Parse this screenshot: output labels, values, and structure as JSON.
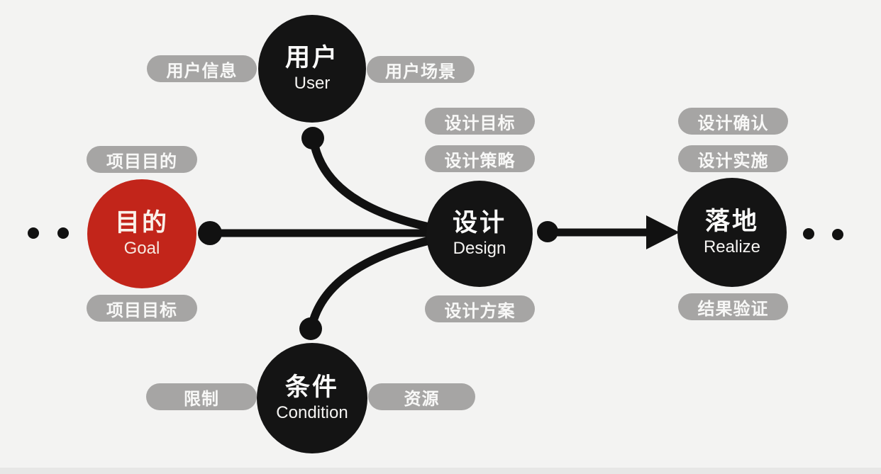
{
  "colors": {
    "background": "#f3f3f2",
    "node_black": "#141414",
    "node_red": "#c2251a",
    "pill_gray": "#a6a5a4",
    "connector_black": "#111111",
    "text_white": "#fafafa"
  },
  "nodes": {
    "user": {
      "title": "用户",
      "subtitle": "User"
    },
    "goal": {
      "title": "目的",
      "subtitle": "Goal"
    },
    "design": {
      "title": "设计",
      "subtitle": "Design"
    },
    "condition": {
      "title": "条件",
      "subtitle": "Condition"
    },
    "realize": {
      "title": "落地",
      "subtitle": "Realize"
    }
  },
  "pills": {
    "user_info": "用户信息",
    "user_scenario": "用户场景",
    "project_purpose": "项目目的",
    "project_goal": "项目目标",
    "design_goal": "设计目标",
    "design_strategy": "设计策略",
    "design_plan": "设计方案",
    "design_confirm": "设计确认",
    "design_implement": "设计实施",
    "result_verify": "结果验证",
    "limitation": "限制",
    "resource": "资源"
  },
  "icons": {
    "flow_arrow": "arrow-right",
    "ellipsis_left": "continuation-dots",
    "ellipsis_right": "continuation-dots"
  }
}
